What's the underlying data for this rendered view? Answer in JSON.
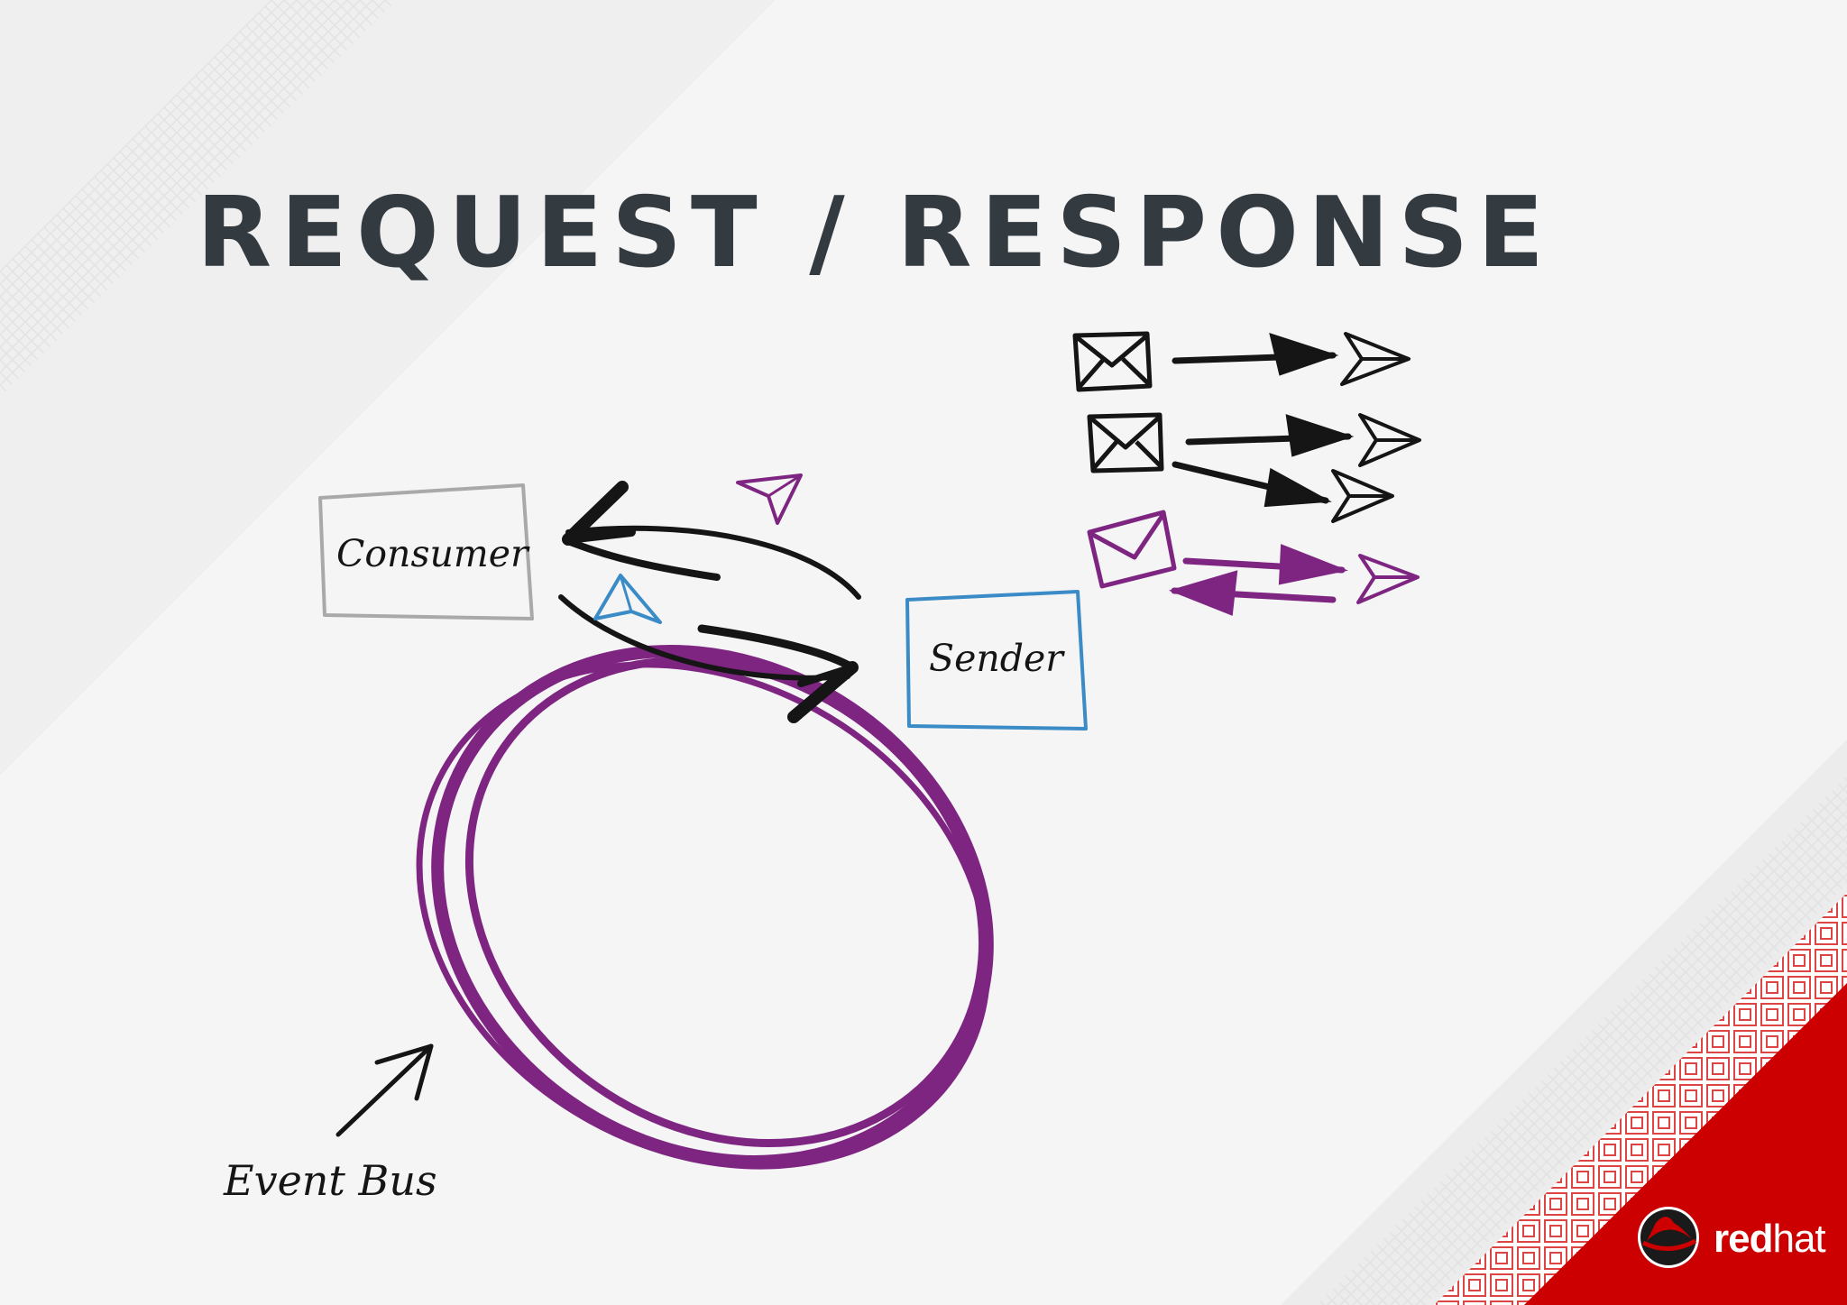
{
  "slide": {
    "title": "REQUEST / RESPONSE",
    "consumer_label": "Consumer",
    "sender_label": "Sender",
    "event_bus_label": "Event Bus"
  },
  "brand": {
    "name_bold": "red",
    "name_light": "hat",
    "color": "#cc0000"
  },
  "colors": {
    "title": "#333a40",
    "bus_ring": "#7e2582",
    "ink": "#151515",
    "sender_box": "#3a8bc6",
    "consumer_box": "#a9a9a9"
  },
  "legend_rows": [
    {
      "icon": "envelope-icon",
      "arrow": "right",
      "color": "#151515"
    },
    {
      "icon": "envelope-icon",
      "arrow": "right",
      "color": "#151515"
    },
    {
      "icon": "envelope-icon",
      "arrow": "both",
      "color": "#7e2582"
    }
  ]
}
